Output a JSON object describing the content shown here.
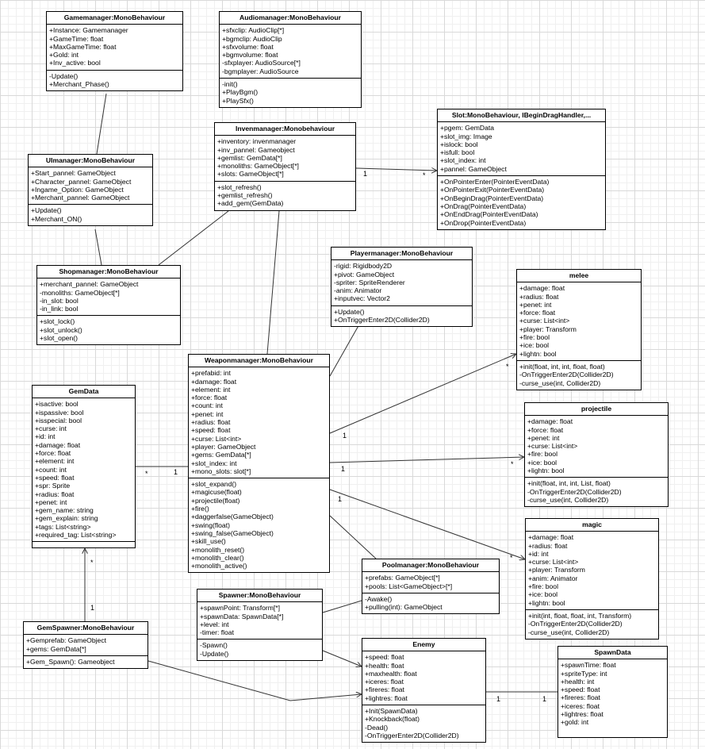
{
  "classes": [
    {
      "id": "gamemanager",
      "name": "Gamemanager:MonoBehaviour",
      "attributes": [
        "+Instance: Gamemanager",
        "+GameTime: float",
        "+MaxGameTime: float",
        "+Gold: int",
        "+Inv_active: bool"
      ],
      "methods": [
        "-Update()",
        "+Merchant_Phase()"
      ]
    },
    {
      "id": "audiomanager",
      "name": "Audiomanager:MonoBehaviour",
      "attributes": [
        "+sfxclip: AudioClip[*]",
        "+bgmclip: AudioClip",
        "+sfxvolume: float",
        "+bgmvolume: float",
        "-sfxplayer: AudioSource[*]",
        "-bgmplayer: AudioSource"
      ],
      "methods": [
        "-init()",
        "+PlayBgm()",
        "+PlaySfx()"
      ]
    },
    {
      "id": "uimanager",
      "name": "UImanager:MonoBehaviour",
      "attributes": [
        "+Start_pannel: GameObject",
        "+Character_pannel: GameObject",
        "+Ingame_Option: GameObject",
        "+Merchant_pannel: GameObject"
      ],
      "methods": [
        "+Update()",
        "+Merchant_ON()"
      ]
    },
    {
      "id": "invenmanager",
      "name": "Invenmanager:Monobehaviour",
      "attributes": [
        "+inventory: invenmanager",
        "+inv_pannel: Gameobject",
        "+gemlist: GemData[*]",
        "+monoliths: GameObject[*]",
        "+slots: GameObject[*]"
      ],
      "methods": [
        "+slot_refresh()",
        "+gemlist_refresh()",
        "+add_gem(GemData)"
      ]
    },
    {
      "id": "slot",
      "name": "Slot:MonoBehaviour, IBeginDragHandler,...",
      "attributes": [
        "+pgem: GemData",
        "+slot_img: Image",
        "+islock: bool",
        "+isfull: bool",
        "+slot_index: int",
        "+pannel: GameObject"
      ],
      "methods": [
        "+OnPointerEnter(PointerEventData)",
        "+OnPointerExit(PointerEventData)",
        "+OnBeginDrag(PointerEventData)",
        "+OnDrag(PointerEventData)",
        "+OnEndDrag(PointerEventData)",
        "+OnDrop(PointerEventData)"
      ]
    },
    {
      "id": "shopmanager",
      "name": "Shopmanager:MonoBehaviour",
      "attributes": [
        "+merchant_pannel: GameObject",
        "-monoliths: GameObject[*]",
        "-in_slot: bool",
        "-in_link: bool"
      ],
      "methods": [
        "+slot_lock()",
        "+slot_unlock()",
        "+slot_open()"
      ]
    },
    {
      "id": "playermanager",
      "name": "Playermanager:MonoBehaviour",
      "attributes": [
        "-rigid: Rigidbody2D",
        "+pivot: GameObject",
        "-spriter: SpriteRenderer",
        "-anim: Animator",
        "+inputvec: Vector2"
      ],
      "methods": [
        "+Update()",
        "+OnTriggerEnter2D(Collider2D)"
      ]
    },
    {
      "id": "melee",
      "name": "melee",
      "attributes": [
        "+damage: float",
        "+radius: float",
        "+penet: int",
        "+force: float",
        "+curse: List<int>",
        "+player: Transform",
        "+fire: bool",
        "+ice: bool",
        "+lightn: bool"
      ],
      "methods": [
        "+init(float, int, int, float, float)",
        "-OnTriggerEnter2D(Collider2D)",
        "-curse_use(int, Collider2D)"
      ]
    },
    {
      "id": "weaponmanager",
      "name": "Weaponmanager:MonoBehaviour",
      "attributes": [
        "+prefabid: int",
        "+damage: float",
        "+element: int",
        "+force: float",
        "+count: int",
        "+penet: int",
        "+radius: float",
        "+speed: float",
        "+curse: List<int>",
        "+player: GameObject",
        "+gems: GemData[*]",
        "+slot_index: int",
        "+mono_slots: slot[*]"
      ],
      "methods": [
        "+slot_expand()",
        "+magicuse(float)",
        "+projectile(float)",
        "+fire()",
        "+daggerfalse(GameObject)",
        "+swing(float)",
        "+swing_false(GameObject)",
        "+skill_use()",
        "+monolith_reset()",
        "+monolith_clear()",
        "+monolith_active()"
      ]
    },
    {
      "id": "gemdata",
      "name": "GemData",
      "attributes": [
        "+isactive: bool",
        "+ispassive: bool",
        "+isspecial: bool",
        "+curse: int",
        "+id: int",
        "+damage: float",
        "+force: float",
        "+element: int",
        "+count: int",
        "+speed: float",
        "+spr: Sprite",
        "+radius: float",
        "+penet: int",
        "+gem_name: string",
        "+gem_explain: string",
        "+tags: List<string>",
        "+required_tag: List<string>"
      ],
      "methods": []
    },
    {
      "id": "projectile",
      "name": "projectile",
      "attributes": [
        "+damage: float",
        "+force: float",
        "+penet: int",
        "+curse: List<int>",
        "+fire: bool",
        "+ice: bool",
        "+lightn: bool"
      ],
      "methods": [
        "+init(float, int, int, List, float)",
        "-OnTriggerEnter2D(Collider2D)",
        "-curse_use(int, Collider2D)"
      ]
    },
    {
      "id": "magic",
      "name": "magic",
      "attributes": [
        "+damage: float",
        "+radius: float",
        "+id: int",
        "+curse: List<int>",
        "+player: Transform",
        "+anim: Animator",
        "+fire: bool",
        "+ice: bool",
        "+lightn: bool"
      ],
      "methods": [
        "+init(int, float, float, int, Transform)",
        "-OnTriggerEnter2D(Collider2D)",
        "-curse_use(int, Collider2D)"
      ]
    },
    {
      "id": "poolmanager",
      "name": "Poolmanager:MonoBehaviour",
      "attributes": [
        "+prefabs: GameObject[*]",
        "+pools: List<GameObject>[*]"
      ],
      "methods": [
        "-Awake()",
        "+pulling(int): GameObject"
      ]
    },
    {
      "id": "spawner",
      "name": "Spawner:MonoBehaviour",
      "attributes": [
        "+spawnPoint: Transform[*]",
        "+spawnData: SpawnData[*]",
        "+level: int",
        "-timer: float"
      ],
      "methods": [
        "-Spawn()",
        "-Update()"
      ]
    },
    {
      "id": "gemspawner",
      "name": "GemSpawner:MonoBehaviour",
      "attributes": [
        "+Gemprefab: GameObject",
        "+gems: GemData[*]"
      ],
      "methods": [
        "+Gem_Spawn(): Gameobject"
      ]
    },
    {
      "id": "enemy",
      "name": "Enemy",
      "attributes": [
        "+speed: float",
        "+health: float",
        "+maxhealth: float",
        "+iceres: float",
        "+fireres: float",
        "+lightres: float"
      ],
      "methods": [
        "+Init(SpawnData)",
        "+Knockback(float)",
        "-Dead()",
        "-OnTriggerEnter2D(Collider2D)"
      ]
    },
    {
      "id": "spawndata",
      "name": "SpawnData",
      "attributes": [
        "+spawnTime: float",
        "+spriteType: int",
        "+health: int",
        "+speed: float",
        "+fireres: float",
        "+iceres: float",
        "+lightres: float",
        "+gold: int"
      ],
      "methods": []
    }
  ],
  "multiplicities": [
    {
      "id": "inv-slot-a",
      "text": "1"
    },
    {
      "id": "inv-slot-b",
      "text": "*"
    },
    {
      "id": "wm-melee-a",
      "text": "1"
    },
    {
      "id": "wm-melee-b",
      "text": "*"
    },
    {
      "id": "wm-proj-a",
      "text": "1"
    },
    {
      "id": "wm-proj-b",
      "text": "*"
    },
    {
      "id": "wm-magic-a",
      "text": "1"
    },
    {
      "id": "wm-magic-b",
      "text": "*"
    },
    {
      "id": "gem-wm-a",
      "text": "*"
    },
    {
      "id": "gem-wm-b",
      "text": "1"
    },
    {
      "id": "gs-gem-a",
      "text": "*"
    },
    {
      "id": "gs-gem-b",
      "text": "1"
    },
    {
      "id": "en-sd-a",
      "text": "1"
    },
    {
      "id": "en-sd-b",
      "text": "1"
    }
  ],
  "style": {
    "line_color": "#333333",
    "border_color": "#000000",
    "grid_color": "#d9d9d9"
  }
}
